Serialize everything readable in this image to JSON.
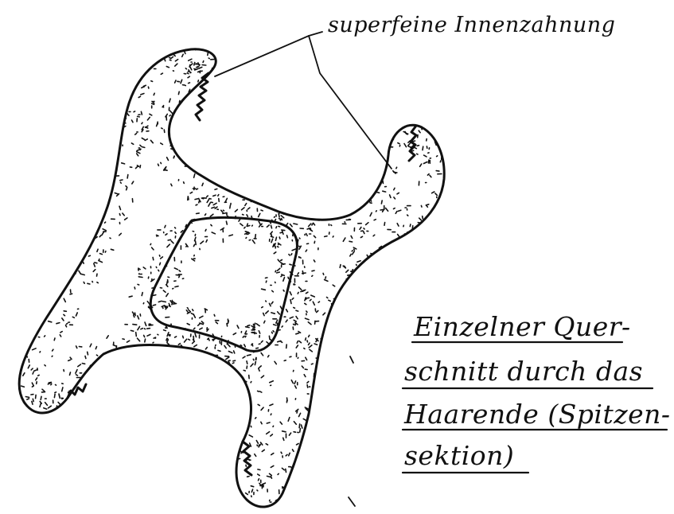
{
  "callout": {
    "label": "superfeine Innenzahnung"
  },
  "caption": {
    "lines": [
      "Einzelner Quer-",
      "schnitt durch das",
      "Haarende (Spitzen-",
      "sektion)"
    ]
  },
  "colors": {
    "ink": "#111111",
    "paper": "#ffffff"
  }
}
